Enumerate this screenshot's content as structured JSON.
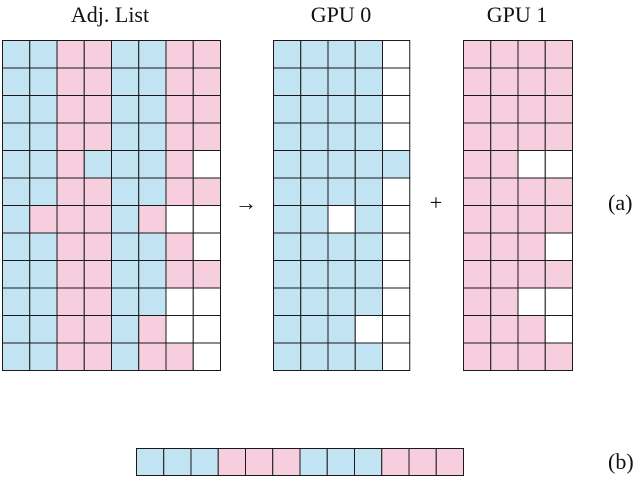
{
  "colors": {
    "blue": "#c2e3f1",
    "pink": "#f6cede",
    "empty": "#ffffff",
    "grid_line": "#1a1a1a"
  },
  "legend_codes": {
    "B": "blue",
    "P": "pink",
    "W": "empty"
  },
  "diagram_a": {
    "label": "(a)",
    "arrow_symbol": "→",
    "plus_symbol": "+",
    "adj_list": {
      "title": "Adj. List",
      "rows": [
        "BBPPBBPP",
        "BBPPBBPP",
        "BBPPBBPP",
        "BBPPBBPP",
        "BBPBBBPW",
        "BBPPBBPP",
        "BPPPBPWW",
        "BBPPBBPW",
        "BBPPBBPP",
        "BBPPBBWW",
        "BBPPBPWW",
        "BBPPBPPW"
      ]
    },
    "gpu0": {
      "title": "GPU 0",
      "rows": [
        "BBBBW",
        "BBBBW",
        "BBBBW",
        "BBBBW",
        "BBBBB",
        "BBBBW",
        "BBWBW",
        "BBBBW",
        "BBBBW",
        "BBBBW",
        "BBBWW",
        "BBBBW"
      ]
    },
    "gpu1": {
      "title": "GPU 1",
      "rows": [
        "PPPP",
        "PPPP",
        "PPPP",
        "PPPP",
        "PPWW",
        "PPPP",
        "PPPP",
        "PPPW",
        "PPPP",
        "PPWW",
        "PPPW",
        "PPPP"
      ]
    }
  },
  "diagram_b": {
    "label": "(b)",
    "cells": "BBBPPPBBBPPP"
  }
}
